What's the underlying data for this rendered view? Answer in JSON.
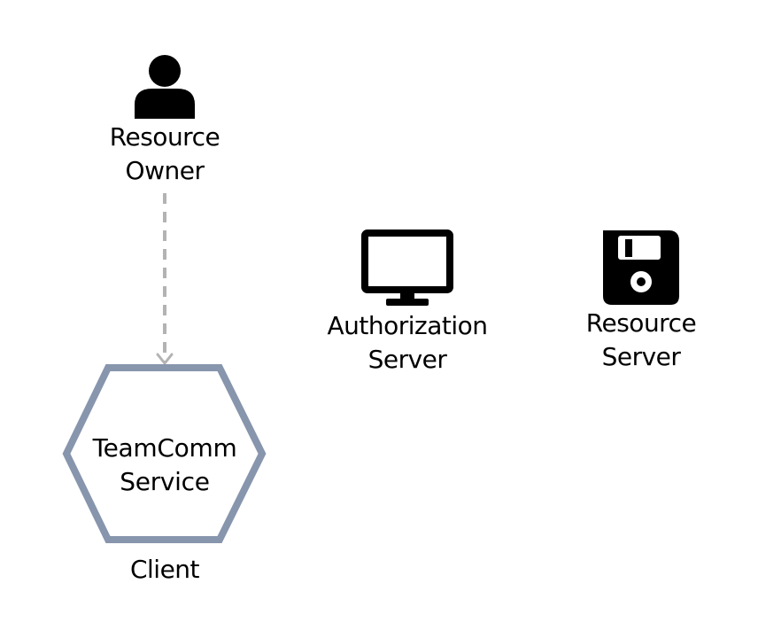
{
  "nodes": {
    "resource_owner": {
      "icon": "user-icon",
      "label_lines": [
        "Resource",
        "Owner"
      ]
    },
    "authorization_server": {
      "icon": "monitor-icon",
      "label_lines": [
        "Authorization",
        "Server"
      ]
    },
    "resource_server": {
      "icon": "floppy-disk-icon",
      "label_lines": [
        "Resource",
        "Server"
      ]
    },
    "client": {
      "shape": "hexagon",
      "inner_lines": [
        "TeamComm",
        "Service"
      ],
      "caption": "Client"
    }
  },
  "edges": [
    {
      "from": "Resource Owner",
      "to": "Client",
      "style": "dashed",
      "arrow": "open"
    }
  ],
  "colors": {
    "icon": "#000000",
    "hexagon_stroke": "#8795ad",
    "edge": "#b3b3b3",
    "text": "#000000",
    "background": "#ffffff"
  }
}
